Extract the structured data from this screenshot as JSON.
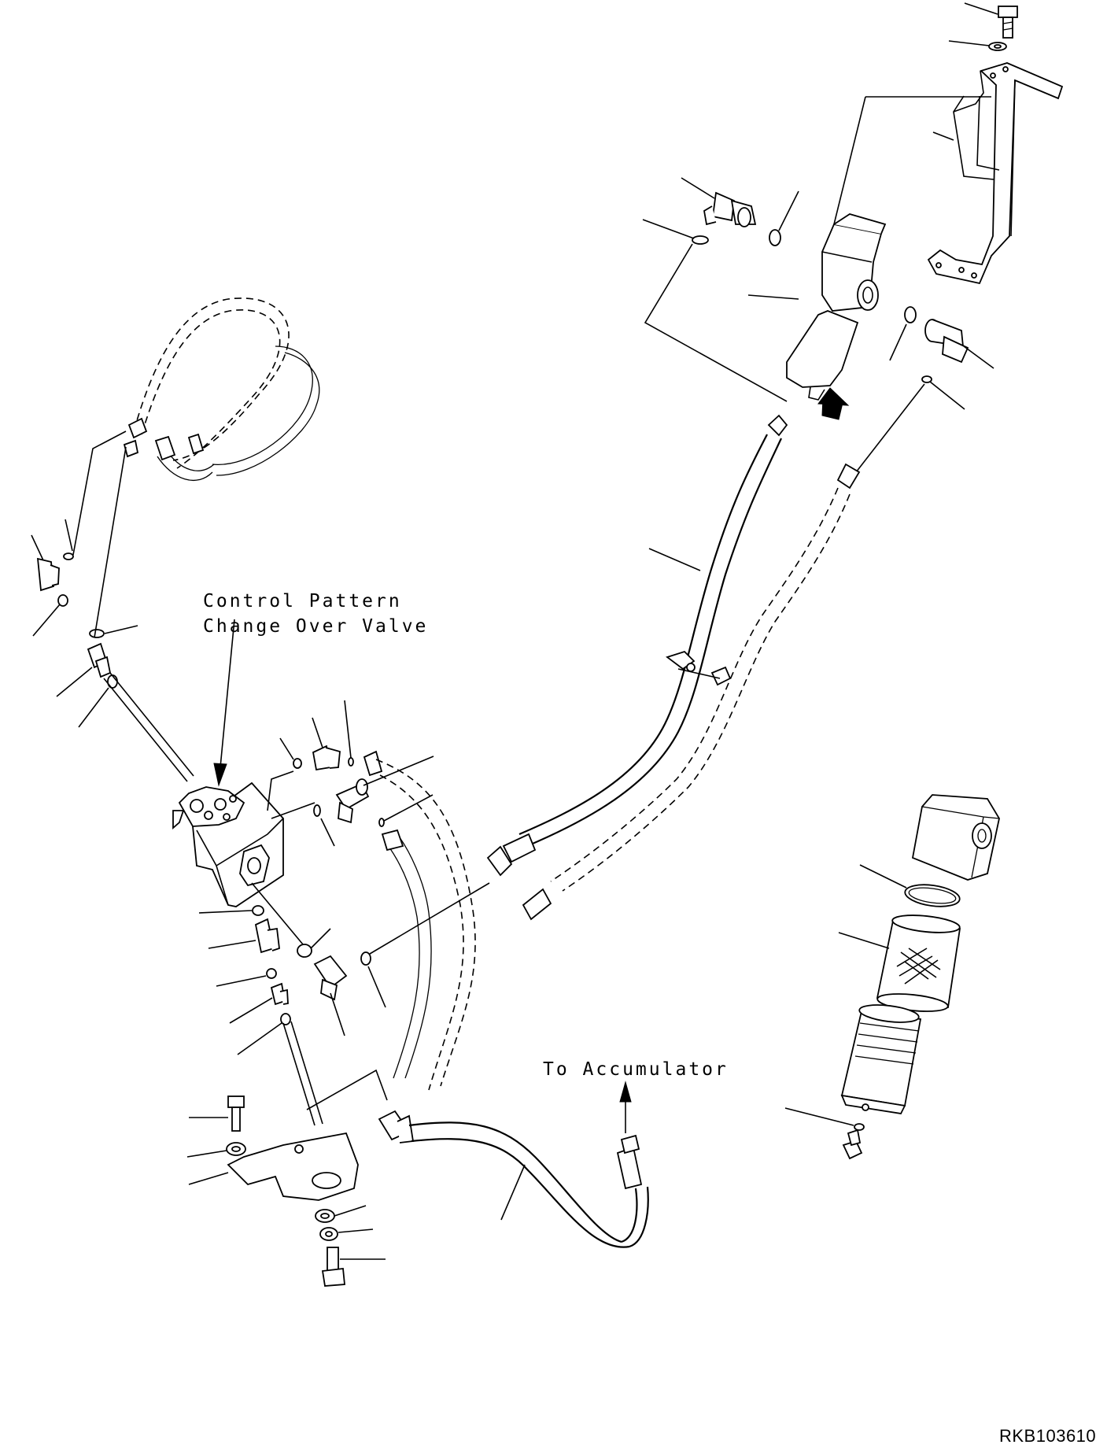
{
  "labels": {
    "valve_line1": "Control Pattern",
    "valve_line2": "Change Over Valve",
    "accumulator": "To Accumulator",
    "drawing_number": "RKB103610"
  }
}
